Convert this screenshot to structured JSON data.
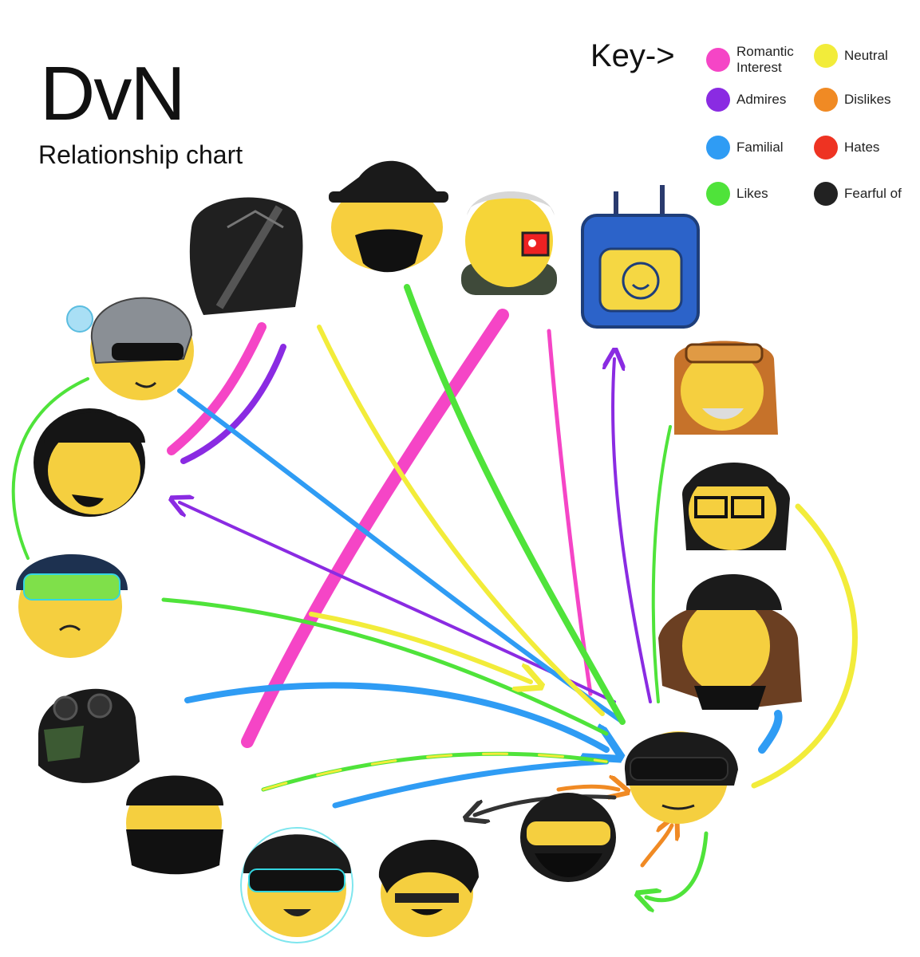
{
  "header": {
    "title": "DvN",
    "subtitle": "Relationship chart"
  },
  "key": {
    "label": "Key->",
    "items": [
      {
        "label": "Romantic Interest",
        "color": "#f545c6"
      },
      {
        "label": "Neutral",
        "color": "#f2ec3a"
      },
      {
        "label": "Admires",
        "color": "#8a2be2"
      },
      {
        "label": "Dislikes",
        "color": "#f08a24"
      },
      {
        "label": "Familial",
        "color": "#2f9cf4"
      },
      {
        "label": "Hates",
        "color": "#ee3322"
      },
      {
        "label": "Likes",
        "color": "#4fe33a"
      },
      {
        "label": "Fearful of",
        "color": "#222222"
      }
    ]
  },
  "characters": [
    {
      "name": "masked-black-helmet",
      "icon": "black-helmet-visor"
    },
    {
      "name": "blond-hat",
      "icon": "hat-blond-hair"
    },
    {
      "name": "white-hair-eyepatch",
      "icon": "white-hair-red-eye"
    },
    {
      "name": "blue-tv-robot",
      "icon": "tv-smiley"
    },
    {
      "name": "bearded-orange-hood",
      "icon": "orange-hood"
    },
    {
      "name": "glasses-beanie",
      "icon": "beanie-glasses"
    },
    {
      "name": "brown-hair-beanie",
      "icon": "long-brown-hair"
    },
    {
      "name": "central-helmet",
      "icon": "black-helmet-goggles"
    },
    {
      "name": "gas-mask-goggles",
      "icon": "respirator"
    },
    {
      "name": "messy-hair",
      "icon": "messy-black-hair"
    },
    {
      "name": "cyan-goggles-helmet",
      "icon": "cyan-visor-helmet"
    },
    {
      "name": "scarf-face",
      "icon": "black-scarf"
    },
    {
      "name": "gas-mask",
      "icon": "gas-mask"
    },
    {
      "name": "green-visor",
      "icon": "green-visor-helmet"
    },
    {
      "name": "bandaged-face",
      "icon": "bandage"
    },
    {
      "name": "pilot-helmet",
      "icon": "pilot-helmet"
    }
  ]
}
